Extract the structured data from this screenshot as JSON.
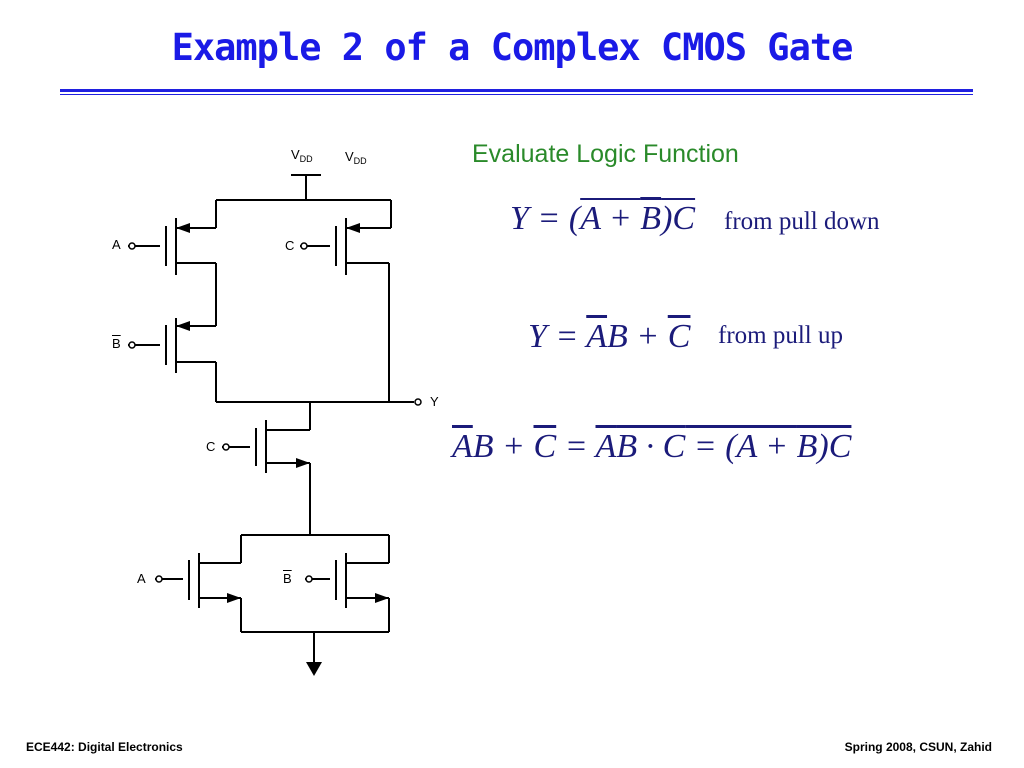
{
  "title": "Example 2 of a Complex CMOS Gate",
  "heading": "Evaluate Logic Function",
  "equations": {
    "pull_down": {
      "lhs": "Y = (",
      "a": "A + ",
      "b": "B",
      "c": ")C",
      "note": "from pull down"
    },
    "pull_up": {
      "lhs": "Y = ",
      "a": "A",
      "b": "B + ",
      "c": "C",
      "note": "from pull up"
    },
    "identity": {
      "p1": "A",
      "p2": "B + ",
      "p3": "C",
      "p4": " = ",
      "p5": "A",
      "p6": "B · C",
      "p7": " = (A + ",
      "p8": "B",
      "p9": ")C"
    }
  },
  "circuit": {
    "vdd_left": "V",
    "vdd_left_sub": "DD",
    "vdd_right": "V",
    "vdd_right_sub": "DD",
    "input_a_top": "A",
    "input_b_top": "B",
    "input_c_top": "C",
    "output_y": "Y",
    "input_c_mid": "C",
    "input_a_bottom": "A",
    "input_b_bottom": "B"
  },
  "footer": {
    "left": "ECE442: Digital Electronics",
    "right": "Spring 2008, CSUN, Zahid"
  }
}
